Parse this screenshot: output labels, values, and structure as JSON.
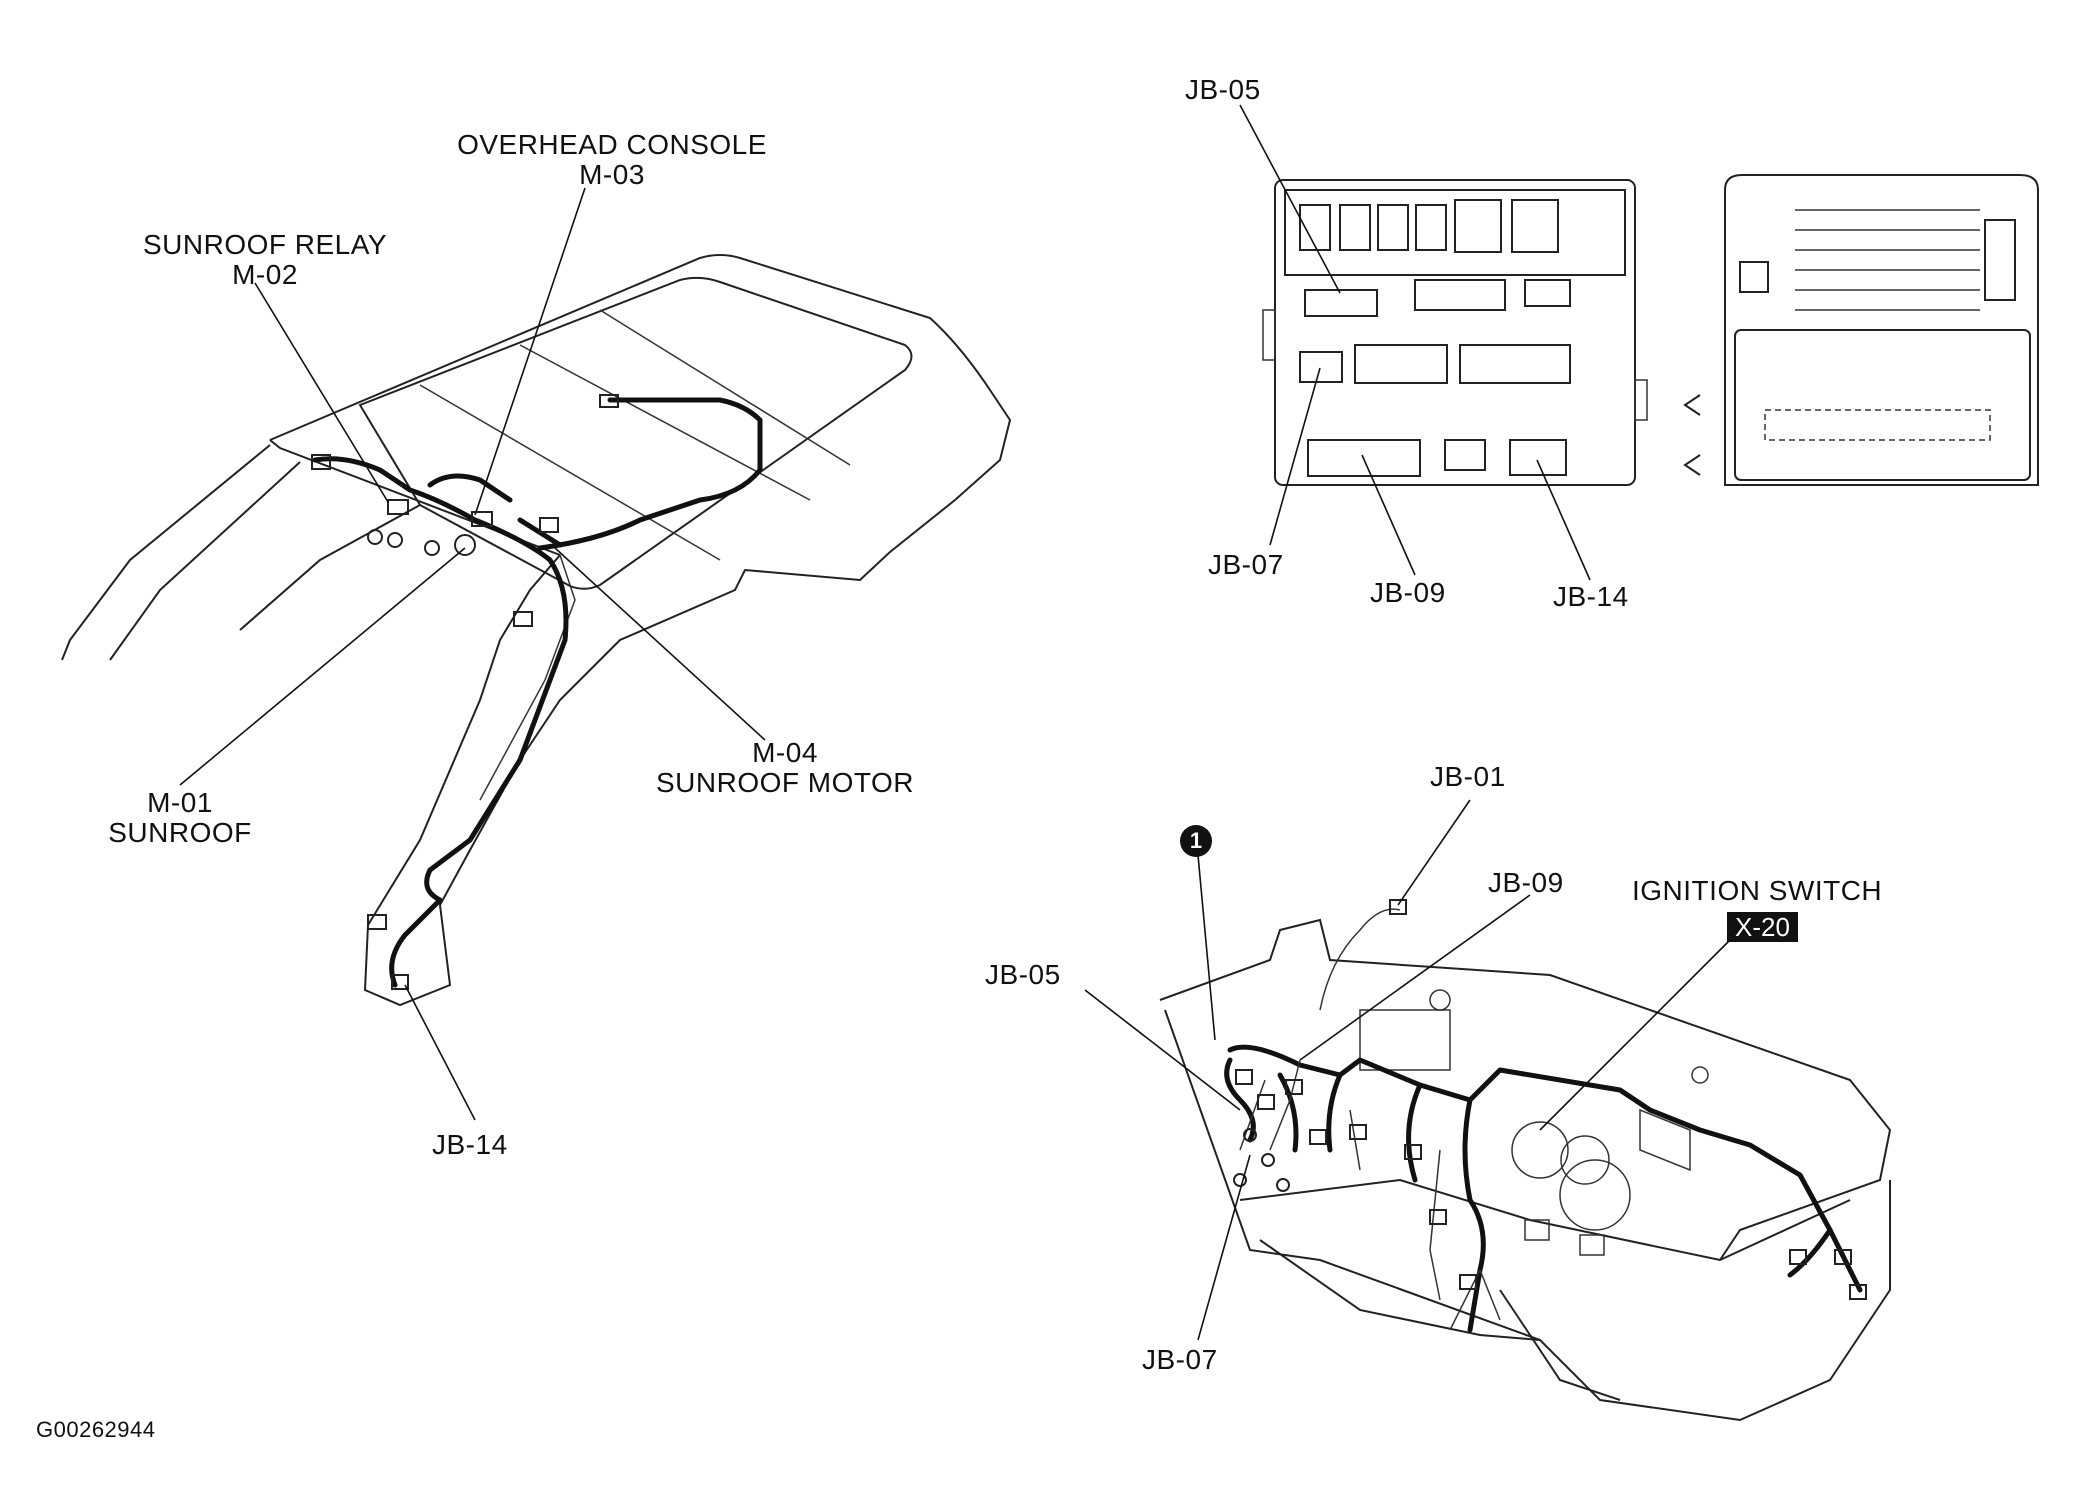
{
  "figure_id": "G00262944",
  "roof": {
    "labels": {
      "overhead_console": [
        "OVERHEAD CONSOLE",
        "M-03"
      ],
      "sunroof_relay": [
        "SUNROOF RELAY",
        "M-02"
      ],
      "sunroof_motor": [
        "M-04",
        "SUNROOF MOTOR"
      ],
      "sunroof": [
        "M-01",
        "SUNROOF"
      ],
      "jb14": "JB-14"
    }
  },
  "junction_box": {
    "labels": {
      "jb05": "JB-05",
      "jb07": "JB-07",
      "jb09": "JB-09",
      "jb14": "JB-14"
    }
  },
  "dashboard": {
    "labels": {
      "jb01": "JB-01",
      "jb09": "JB-09",
      "ignition": "IGNITION SWITCH",
      "x20": "X-20",
      "jb05": "JB-05",
      "jb07": "JB-07",
      "callout": "1"
    }
  }
}
